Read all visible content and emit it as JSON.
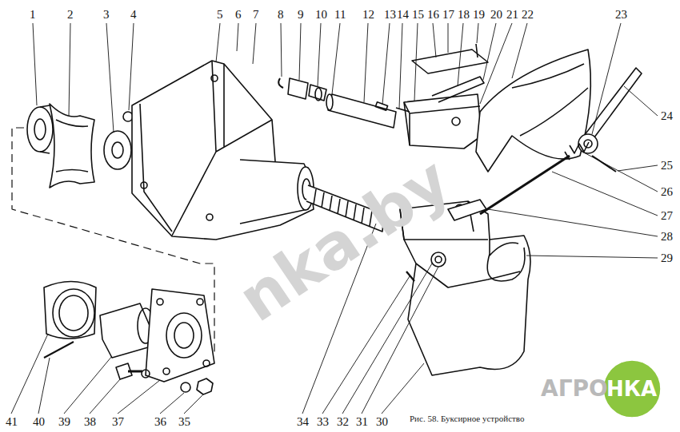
{
  "diagram": {
    "caption": "Рис. 58. Буксирное устройство",
    "labels": [
      "1",
      "2",
      "3",
      "4",
      "5",
      "6",
      "7",
      "8",
      "9",
      "10",
      "11",
      "12",
      "13",
      "14",
      "15",
      "16",
      "17",
      "18",
      "19",
      "20",
      "21",
      "22",
      "23",
      "24",
      "25",
      "26",
      "27",
      "28",
      "29",
      "30",
      "31",
      "32",
      "33",
      "34",
      "35",
      "36",
      "37",
      "38",
      "39",
      "40",
      "41",
      "nka.by",
      "АГРО",
      "НКА"
    ]
  }
}
